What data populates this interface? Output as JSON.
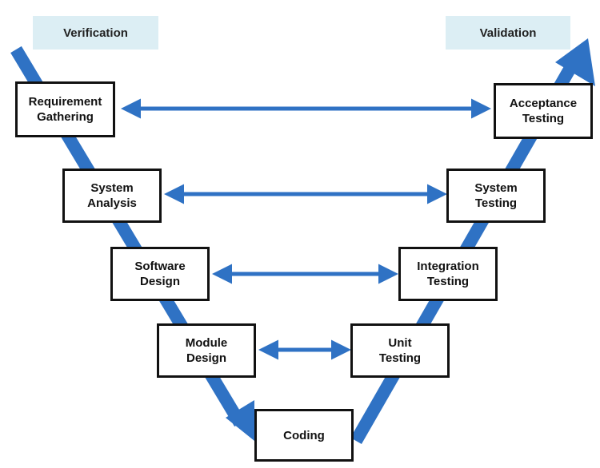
{
  "headers": {
    "verification": "Verification",
    "validation": "Validation"
  },
  "colors": {
    "arrow": "#2f72c4",
    "header_bg": "#dceef4",
    "box_border": "#111111"
  },
  "left_phases": [
    {
      "line1": "Requirement",
      "line2": "Gathering"
    },
    {
      "line1": "System",
      "line2": "Analysis"
    },
    {
      "line1": "Software",
      "line2": "Design"
    },
    {
      "line1": "Module",
      "line2": "Design"
    }
  ],
  "bottom_phase": {
    "label": "Coding"
  },
  "right_phases": [
    {
      "line1": "Acceptance",
      "line2": "Testing"
    },
    {
      "line1": "System",
      "line2": "Testing"
    },
    {
      "line1": "Integration",
      "line2": "Testing"
    },
    {
      "line1": "Unit",
      "line2": "Testing"
    }
  ]
}
